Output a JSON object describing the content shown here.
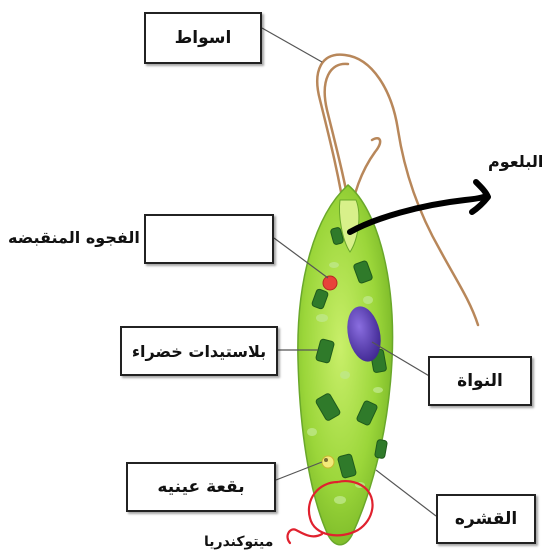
{
  "labels": {
    "flagellum": "اسواط",
    "pharynx": "البلعوم",
    "contractile_vacuole": "الفجوه المنقبضه",
    "chloroplasts": "بلاستيدات خضراء",
    "nucleus": "النواة",
    "eyespot": "بقعة عينيه",
    "pellicle": "القشره",
    "mitochondria": "ميتوكندريا",
    "empty_box": ""
  },
  "colors": {
    "cell_body": "#9bd63a",
    "chloroplast": "#2f7a2a",
    "nucleus": "#5b3fb0",
    "vacuole": "#e8423a",
    "flagellum": "#b8875a",
    "pen_black": "#000000",
    "pen_red": "#e0212e"
  }
}
